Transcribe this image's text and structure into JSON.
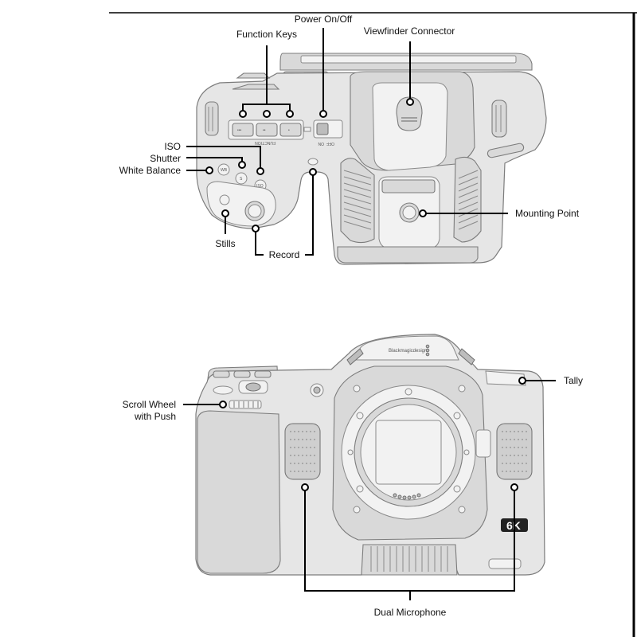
{
  "callouts": {
    "power_on_off": "Power On/Off",
    "function_keys": "Function Keys",
    "viewfinder_connector": "Viewfinder Connector",
    "iso": "ISO",
    "shutter": "Shutter",
    "white_balance": "White Balance",
    "mounting_point": "Mounting Point",
    "stills": "Stills",
    "record": "Record",
    "scroll_wheel_line1": "Scroll Wheel",
    "scroll_wheel_line2": "with Push",
    "tally": "Tally",
    "dual_microphone": "Dual Microphone"
  },
  "printed_on_camera": {
    "brand": "Blackmagicdesign",
    "model_badge": "6K",
    "function_label": "FUNCTION",
    "switch_off": "OFF",
    "switch_on": "ON",
    "wb_button": "WB",
    "shutter_button": "S",
    "iso_button": "ISO",
    "fn_key_1": "•••",
    "fn_key_2": "••",
    "fn_key_3": "•"
  },
  "colors": {
    "camera_body": "#e6e6e6",
    "outline": "#7c7c7c",
    "callout_line": "#000000"
  }
}
